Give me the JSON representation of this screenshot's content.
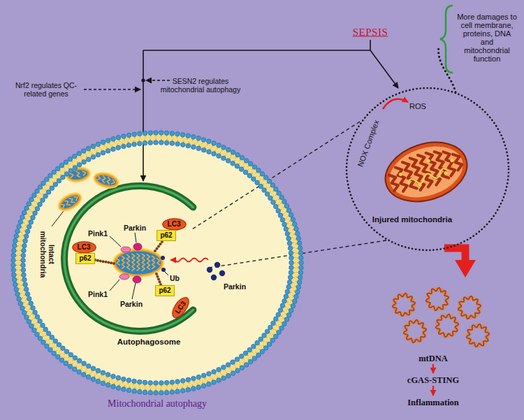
{
  "diagram": {
    "nodes": [
      {
        "text": [
          "Mitochondrial autophagy"
        ]
      },
      {
        "text": [
          "LC3"
        ],
        "in": 0
      },
      {
        "text": [
          "p62"
        ],
        "in": 0
      },
      {
        "text": [
          "LC3"
        ],
        "in": 0
      },
      {
        "text": [
          "p62"
        ],
        "in": 0
      },
      {
        "text": [
          "p62"
        ],
        "in": 0
      },
      {
        "text": [
          "LC3"
        ],
        "in": 0
      },
      {
        "text": [
          "NOX Complex",
          "ROS",
          "Injured mitochondria"
        ]
      }
    ],
    "labels": [
      "SEPSIS",
      "More damages to cell membrane, proteins, DNA and mitochondrial function",
      "Nrf2 regulates QC-related genes",
      "SESN2 regulates mitochondrial autophagy",
      "Intact mitochondria",
      "Pink1",
      "Parkin",
      "Ub",
      "Parkin",
      "Pink1",
      "Parkin",
      "Autophagosome",
      "mtDNA",
      "cGAS-STING",
      "Inflammation"
    ]
  }
}
